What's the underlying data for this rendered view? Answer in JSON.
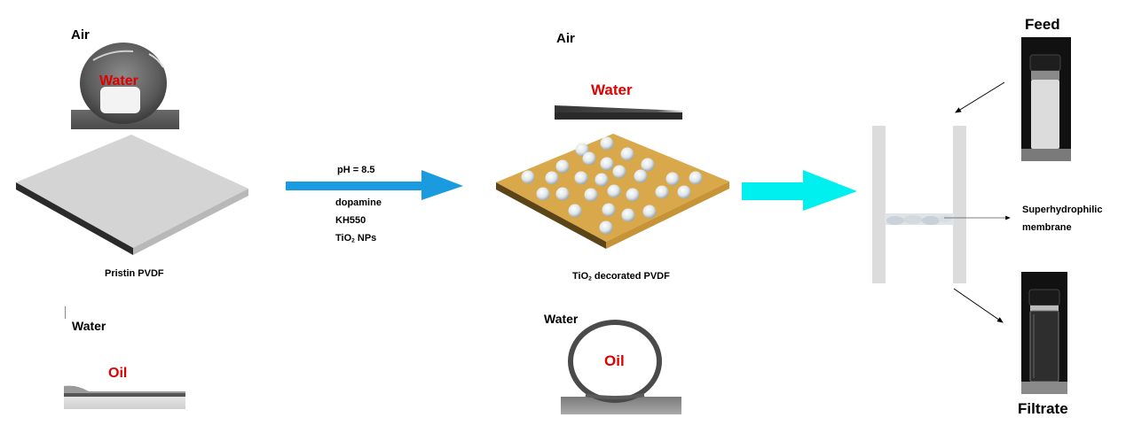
{
  "colors": {
    "process_arrow": "#1a9be0",
    "result_arrow": "#00f0f0",
    "membrane_pristine": "#d4d4d4",
    "membrane_decorated": "#d9a84a",
    "label_red": "#e00000",
    "tube_wall": "#dcdcdc"
  },
  "pristine": {
    "top_photo": {
      "medium": "Air",
      "droplet": "Water"
    },
    "membrane_label": "Pristin PVDF",
    "bottom_photo": {
      "medium": "Water",
      "droplet": "Oil"
    }
  },
  "process": {
    "condition": "pH = 8.5",
    "reagents": [
      "dopamine",
      "KH550"
    ],
    "nanoparticle_prefix": "TiO",
    "nanoparticle_sub": "2",
    "nanoparticle_suffix": " NPs"
  },
  "decorated": {
    "top_photo": {
      "medium": "Air",
      "droplet": "Water"
    },
    "membrane_label_prefix": "TiO",
    "membrane_label_sub": "2",
    "membrane_label_suffix": " decorated PVDF",
    "bottom_photo": {
      "medium": "Water",
      "droplet": "Oil"
    }
  },
  "separation": {
    "feed_label": "Feed",
    "filtrate_label": "Filtrate",
    "membrane_label_line1": "Superhydrophilic",
    "membrane_label_line2": "membrane"
  }
}
